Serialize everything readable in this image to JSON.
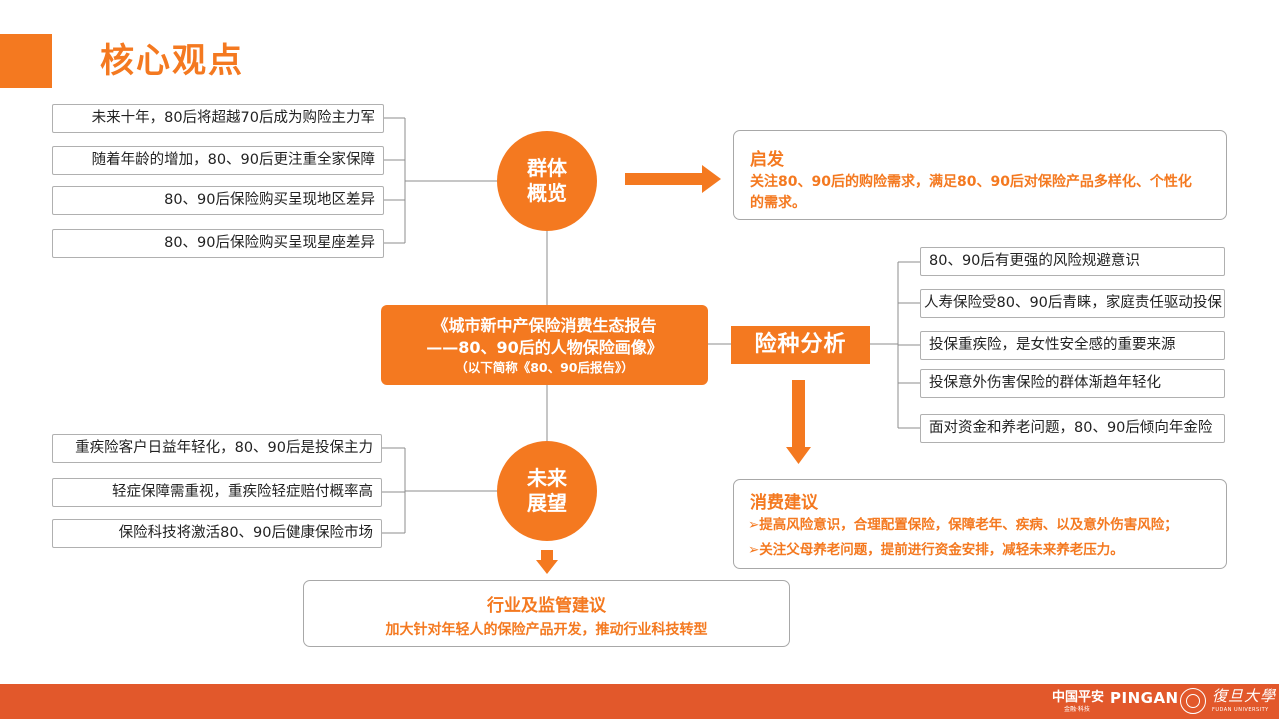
{
  "header": {
    "title": "核心观点"
  },
  "top_left_items": [
    "未来十年，80后将超越70后成为购险主力军",
    "随着年龄的增加，80、90后更注重全家保障",
    "80、90后保险购买呈现地区差异",
    "80、90后保险购买呈现星座差异"
  ],
  "circle_top": {
    "line1": "群体",
    "line2": "概览"
  },
  "inspire": {
    "heading": "启发",
    "text": "关注80、90后的购险需求，满足80、90后对保险产品多样化、个性化的需求。"
  },
  "center": {
    "line1": "《城市新中产保险消费生态报告",
    "line2": "——80、90后的人物保险画像》",
    "line3": "（以下简称《80、90后报告》）"
  },
  "analysis_tag": "险种分析",
  "right_items": [
    "80、90后有更强的风险规避意识",
    "人寿保险受80、90后青睐，家庭责任驱动投保",
    "投保重疾险，是女性安全感的重要来源",
    "投保意外伤害保险的群体渐趋年轻化",
    "面对资金和养老问题，80、90后倾向年金险"
  ],
  "bottom_left_items": [
    "重疾险客户日益年轻化，80、90后是投保主力",
    "轻症保障需重视，重疾险轻症赔付概率高",
    "保险科技将激活80、90后健康保险市场"
  ],
  "circle_bottom": {
    "line1": "未来",
    "line2": "展望"
  },
  "consumer": {
    "heading": "消费建议",
    "items": [
      "➢提高风险意识，合理配置保险，保障老年、疾病、以及意外伤害风险；",
      "➢关注父母养老问题，提前进行资金安排，减轻未来养老压力。"
    ]
  },
  "industry": {
    "heading": "行业及监管建议",
    "text": "加大针对年轻人的保险产品开发，推动行业科技转型"
  },
  "footer": {
    "pingan_cn": "中国平安",
    "pingan_sub": "金融·科技",
    "pingan_en": "PINGAN",
    "fudan": "復旦大學",
    "fudan_sub": "FUDAN UNIVERSITY"
  },
  "colors": {
    "accent": "#f47920",
    "footer": "#e2582b",
    "border": "#a8a8a8"
  }
}
